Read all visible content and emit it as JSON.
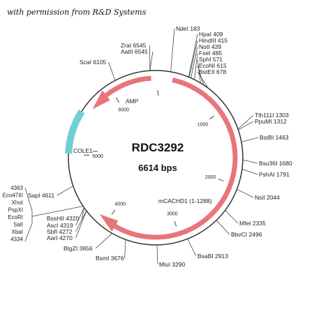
{
  "credit": "with permission from R&D Systems",
  "plasmid": {
    "name": "RDC3292",
    "size_label": "6614 bps",
    "length": 6614
  },
  "colors": {
    "backbone": "#333333",
    "amp": "#e8757a",
    "orf": "#e8757a",
    "ori": "#6fd0d2"
  },
  "features": [
    {
      "id": "amp",
      "label": "AMP",
      "kind": "arrow",
      "start": 6555,
      "end": 5650,
      "color": "#e8757a"
    },
    {
      "id": "orf",
      "label": "mCACHD1 (1-1288)",
      "kind": "arrow",
      "start": 225,
      "end": 4130,
      "color": "#e8757a"
    },
    {
      "id": "cole1",
      "label": "COLE1",
      "kind": "block",
      "start": 5010,
      "end": 5550,
      "color": "#6fd0d2"
    }
  ],
  "ticks": [
    {
      "pos": 1000,
      "label": "1000"
    },
    {
      "pos": 2000,
      "label": "2000"
    },
    {
      "pos": 3000,
      "label": "3000"
    },
    {
      "pos": 4000,
      "label": "4000"
    },
    {
      "pos": 5000,
      "label": "5000"
    },
    {
      "pos": 6000,
      "label": "6000"
    }
  ],
  "sites": [
    {
      "label": "NdeI 183"
    },
    {
      "label": "HpaI 409"
    },
    {
      "label": "HindIII 415"
    },
    {
      "label": "NotI 439"
    },
    {
      "label": "FseI 485"
    },
    {
      "label": "SphI 571"
    },
    {
      "label": "EcoNI 615"
    },
    {
      "label": "BstEII 678"
    },
    {
      "label": "Tth111I 1303"
    },
    {
      "label": "PpuMI 1312"
    },
    {
      "label": "BstBI 1463"
    },
    {
      "label": "Bsu36I 1680"
    },
    {
      "label": "PshAI 1791"
    },
    {
      "label": "NsiI 2044"
    },
    {
      "label": "MfeI 2335"
    },
    {
      "label": "BbvCI 2496"
    },
    {
      "label": "BsaBI 2913"
    },
    {
      "label": "MluI 3290"
    },
    {
      "label": "BsmI 3676"
    },
    {
      "label": "BtgZI 3856"
    },
    {
      "label": "AarI 4270"
    },
    {
      "label": "SbfI 4272"
    },
    {
      "label": "AscI 4319"
    },
    {
      "label": "BssHII 4320"
    },
    {
      "label": "SapI 4611"
    },
    {
      "label": "ScaI 6105"
    },
    {
      "label": "AatII 6545"
    },
    {
      "label": "ZraI 6545"
    }
  ],
  "site_stack": [
    "4363",
    "Eco47III",
    "XhoI",
    "PspXI",
    "EcoRI",
    "SalI",
    "XbaI",
    "4334"
  ]
}
